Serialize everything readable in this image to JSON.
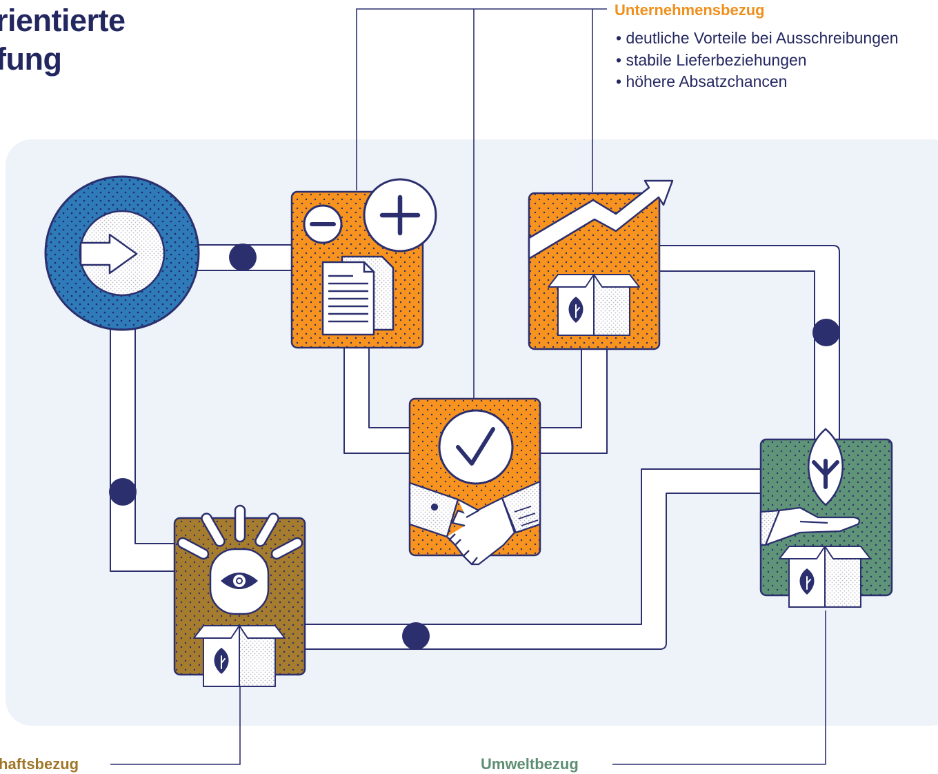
{
  "title": {
    "line1": "rientierte",
    "line2": "fung"
  },
  "unternehmensbezug": {
    "heading": "Unternehmensbezug",
    "bullets": [
      "deutliche Vorteile bei Ausschreibungen",
      "stabile Lieferbeziehungen",
      "höhere Absatzchancen"
    ]
  },
  "gesellschaftsbezug": {
    "heading": "haftsbezug"
  },
  "umweltbezug": {
    "heading": "Umweltbezug"
  },
  "colors": {
    "navy": "#2b2f6e",
    "orange": "#f7931e",
    "brown": "#a67c2e",
    "green": "#5f9478",
    "blue": "#2f7ab8",
    "panel": "#eef2f9",
    "orange_heading": "#f0901c",
    "brown_heading": "#a07728",
    "green_heading": "#5f8f73"
  },
  "icons": [
    "arrow-right-icon",
    "minus-icon",
    "plus-icon",
    "document-icon",
    "trend-arrow-icon",
    "box-leaf-icon",
    "checkmark-icon",
    "handshake-icon",
    "eye-icon",
    "leaf-icon",
    "open-hand-icon"
  ]
}
